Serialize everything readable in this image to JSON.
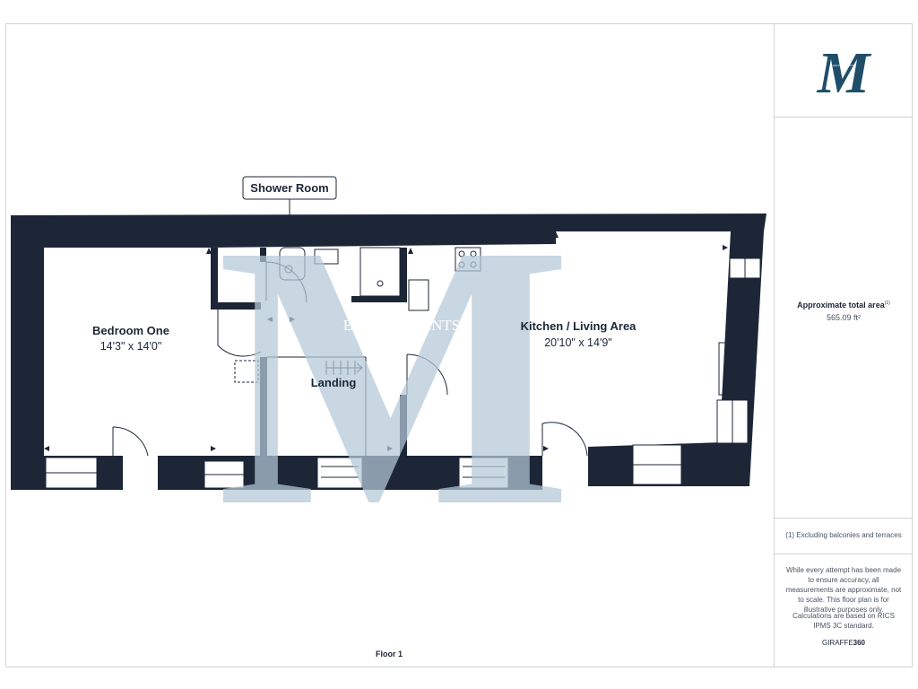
{
  "logo": {
    "letter": "M",
    "tagline": "ESTATE AGENTS"
  },
  "watermark": {
    "letter": "M",
    "text": "ESTATE AGENTS"
  },
  "rooms": {
    "bedroom": {
      "name": "Bedroom One",
      "dims": "14'3\" x 14'0\""
    },
    "kitchen": {
      "name": "Kitchen / Living Area",
      "dims": "20'10\" x 14'9\""
    },
    "landing": {
      "name": "Landing"
    },
    "shower": {
      "name": "Shower Room"
    }
  },
  "sidebar": {
    "area_title": "Approximate total area",
    "area_footnote": "(1)",
    "area_value": "565.09 ft²",
    "exclusion_note": "(1) Excluding balconies and terraces",
    "disclaimer": "While every attempt has been made to ensure accuracy, all measurements are approximate, not to scale. This floor plan is for illustrative purposes only.",
    "calc_note": "Calculations are based on RICS IPMS 3C standard.",
    "brand_prefix": "GIRAFFE",
    "brand_suffix": "360"
  },
  "floor_label": "Floor 1",
  "colors": {
    "wall": "#1c2636",
    "logo": "#1f4e6b",
    "watermark": "#b5c8d8"
  }
}
